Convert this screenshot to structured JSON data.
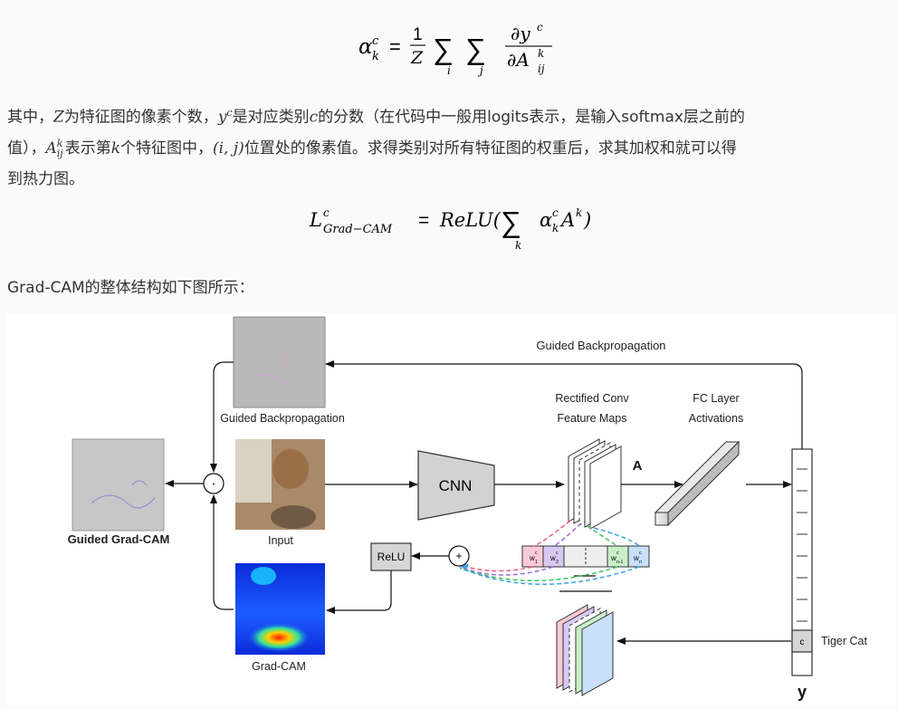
{
  "equation1": {
    "alpha": "α",
    "sup_c": "c",
    "sub_k": "k",
    "eq": "=",
    "num_1": "1",
    "den_Z": "Z",
    "sum": "∑",
    "sum_i": "i",
    "sum_j": "j",
    "partial_top": "∂y",
    "partial_top_sup": "c",
    "partial_bot": "∂A",
    "partial_bot_sup": "k",
    "partial_bot_sub": "ij"
  },
  "paragraph": {
    "line1_a": "其中，",
    "Z": "Z",
    "line1_b": "为特征图的像素个数，",
    "y": "y",
    "yc_sup": "c",
    "line1_c": "是对应类别",
    "c": "c",
    "line1_d": "的分数（在代码中一般用logits表示，是输入softmax层之前的",
    "line2_a": "值），",
    "A": "A",
    "Ak_sup": "k",
    "Ak_sub": "ij",
    "line2_b": "表示第",
    "k": "k",
    "line2_c": "个特征图中，",
    "ij_paren": "(i, j)",
    "line2_d": "位置处的像素值。求得类别对所有特征图的权重后，求其加权和就可以得",
    "line3": "到热力图。"
  },
  "equation2": {
    "L": "L",
    "L_sup": "c",
    "L_sub": "Grad−CAM",
    "eq": "=",
    "relu": "ReLU(",
    "sum": "∑",
    "sum_k": "k",
    "alpha": "α",
    "alpha_sup": "c",
    "alpha_sub": "k",
    "A": "A",
    "A_sup": "k",
    "close": ")"
  },
  "intro": "Grad-CAM的整体结构如下图所示：",
  "figure": {
    "guided_backprop_top": "Guided Backpropagation",
    "guided_backprop_img_label": "Guided Backpropagation",
    "input_label": "Input",
    "gradcam_label": "Grad-CAM",
    "guided_gradcam_label": "Guided Grad-CAM",
    "cnn": "CNN",
    "rect_conv_line1": "Rectified Conv",
    "rect_conv_line2": "Feature Maps",
    "fc_line1": "FC Layer",
    "fc_line2": "Activations",
    "A_label": "A",
    "relu": "ReLU",
    "dot": "·",
    "plus": "+",
    "tiger_cat": "Tiger Cat",
    "c_cell": "c",
    "y_label": "y",
    "w1": "w",
    "w1_sub": "1",
    "w2": "w",
    "w2_sub": "2",
    "wn1": "w",
    "wn1_sub": "n-1",
    "wn": "w",
    "wn_sub": "n",
    "w_sup": "c",
    "colors": {
      "pink": "#f9c9d6",
      "lavender": "#d9c9f2",
      "green": "#c8f0c8",
      "blue": "#c9e0f9"
    }
  }
}
